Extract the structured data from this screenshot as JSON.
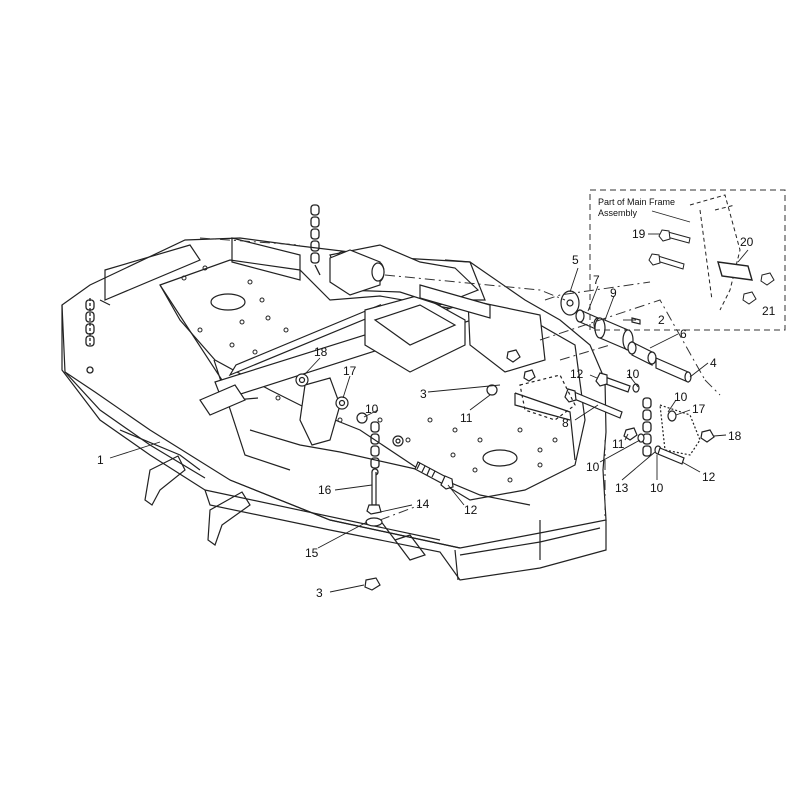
{
  "inset": {
    "title_line1": "Part of Main Frame",
    "title_line2": "Assembly"
  },
  "callouts": [
    {
      "id": "c1",
      "label": "1"
    },
    {
      "id": "c2",
      "label": "2"
    },
    {
      "id": "c3a",
      "label": "3"
    },
    {
      "id": "c3b",
      "label": "3"
    },
    {
      "id": "c4",
      "label": "4"
    },
    {
      "id": "c5",
      "label": "5"
    },
    {
      "id": "c6",
      "label": "6"
    },
    {
      "id": "c7",
      "label": "7"
    },
    {
      "id": "c8",
      "label": "8"
    },
    {
      "id": "c9",
      "label": "9"
    },
    {
      "id": "c10a",
      "label": "10"
    },
    {
      "id": "c10b",
      "label": "10"
    },
    {
      "id": "c10c",
      "label": "10"
    },
    {
      "id": "c10d",
      "label": "10"
    },
    {
      "id": "c10e",
      "label": "10"
    },
    {
      "id": "c11a",
      "label": "11"
    },
    {
      "id": "c11b",
      "label": "11"
    },
    {
      "id": "c12a",
      "label": "12"
    },
    {
      "id": "c12b",
      "label": "12"
    },
    {
      "id": "c12c",
      "label": "12"
    },
    {
      "id": "c13",
      "label": "13"
    },
    {
      "id": "c14",
      "label": "14"
    },
    {
      "id": "c15",
      "label": "15"
    },
    {
      "id": "c16",
      "label": "16"
    },
    {
      "id": "c17a",
      "label": "17"
    },
    {
      "id": "c17b",
      "label": "17"
    },
    {
      "id": "c18a",
      "label": "18"
    },
    {
      "id": "c18b",
      "label": "18"
    },
    {
      "id": "c19",
      "label": "19"
    },
    {
      "id": "c20",
      "label": "20"
    },
    {
      "id": "c21",
      "label": "21"
    }
  ]
}
